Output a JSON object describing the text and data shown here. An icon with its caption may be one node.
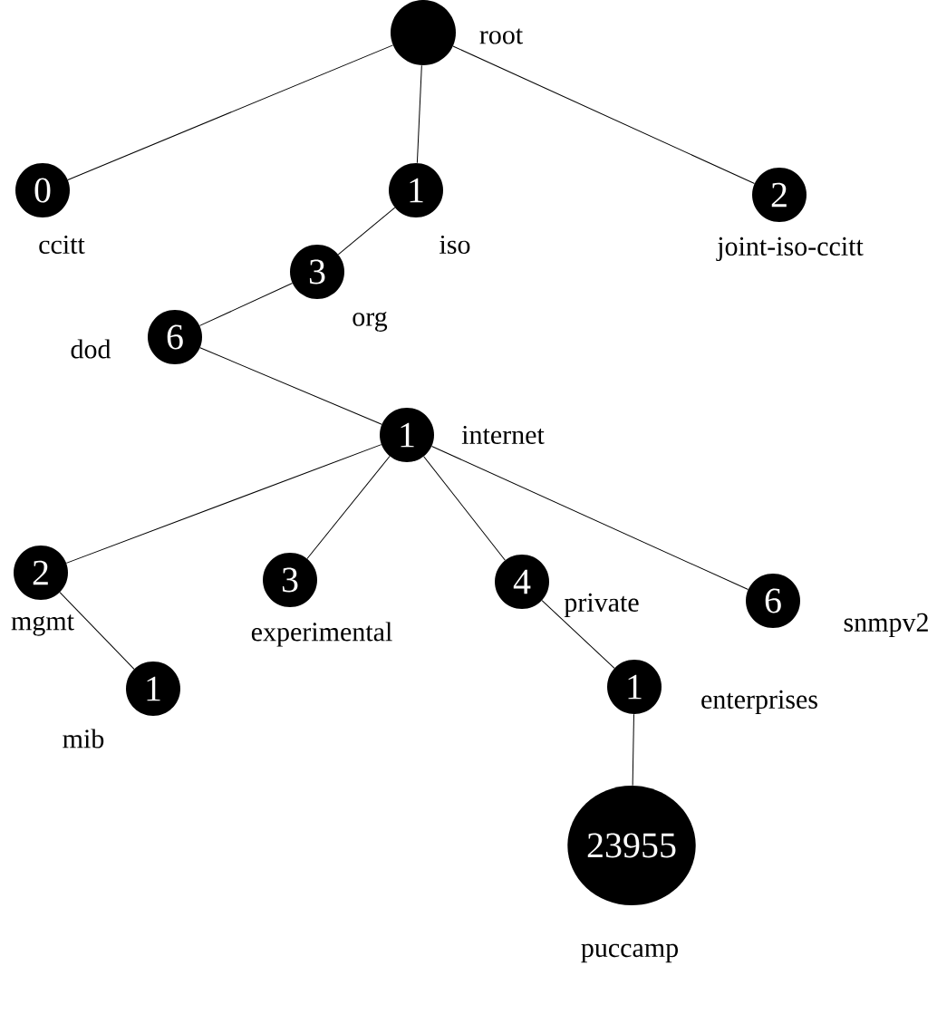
{
  "diagram": {
    "nodes": [
      {
        "text": [],
        "shape": "circle",
        "beside": [
          "root"
        ]
      },
      {
        "text": [
          "0"
        ],
        "beside": [
          "ccitt"
        ]
      },
      {
        "text": [
          "1"
        ],
        "beside": [
          "iso"
        ]
      },
      {
        "text": [
          "2"
        ],
        "beside": [
          "joint-iso-ccitt"
        ]
      },
      {
        "text": [
          "3"
        ],
        "beside": [
          "org"
        ]
      },
      {
        "text": [
          "6"
        ],
        "beside": [
          "dod"
        ]
      },
      {
        "text": [
          "1"
        ],
        "beside": [
          "internet"
        ]
      },
      {
        "text": [
          "2"
        ],
        "beside": [
          "mgmt"
        ]
      },
      {
        "text": [
          "3"
        ],
        "beside": [
          "experimental"
        ]
      },
      {
        "text": [
          "4"
        ],
        "beside": [
          "private"
        ]
      },
      {
        "text": [
          "6"
        ],
        "beside": [
          "snmpv2"
        ]
      },
      {
        "text": [
          "1"
        ],
        "beside": [
          "mib"
        ]
      },
      {
        "text": [
          "1"
        ],
        "beside": [
          "enterprises"
        ]
      },
      {
        "text": [
          "23955"
        ],
        "beside": [
          "puccamp"
        ]
      }
    ],
    "edges": [
      {
        "from": 0,
        "to": 1,
        "arrow": "none"
      },
      {
        "from": 0,
        "to": 2,
        "arrow": "none"
      },
      {
        "from": 0,
        "to": 3,
        "arrow": "none"
      },
      {
        "from": 2,
        "to": 4,
        "arrow": "none"
      },
      {
        "from": 4,
        "to": 5,
        "arrow": "none"
      },
      {
        "from": 5,
        "to": 6,
        "arrow": "none"
      },
      {
        "from": 6,
        "to": 7,
        "arrow": "none"
      },
      {
        "from": 6,
        "to": 8,
        "arrow": "none"
      },
      {
        "from": 6,
        "to": 9,
        "arrow": "none"
      },
      {
        "from": 6,
        "to": 10,
        "arrow": "none"
      },
      {
        "from": 7,
        "to": 11,
        "arrow": "none"
      },
      {
        "from": 9,
        "to": 12,
        "arrow": "none"
      },
      {
        "from": 12,
        "to": 13,
        "arrow": "none"
      }
    ]
  }
}
